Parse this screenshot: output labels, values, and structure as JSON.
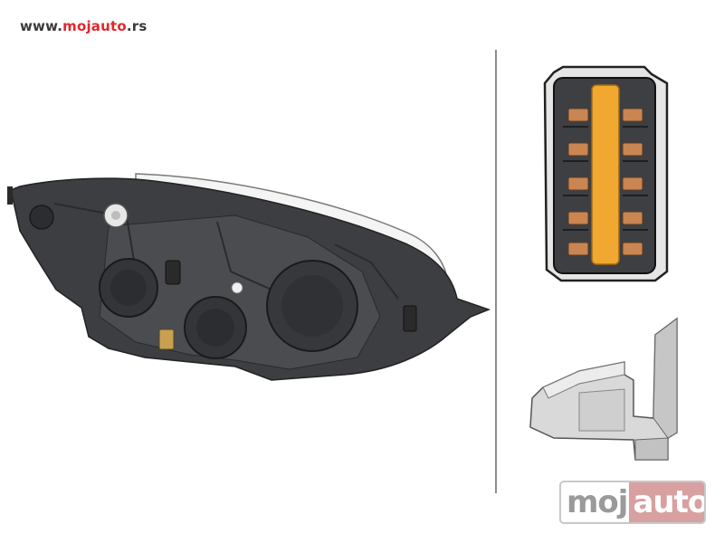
{
  "header": {
    "url_prefix": "www.",
    "url_brand": "mojauto",
    "url_suffix": ".rs"
  },
  "watermark": {
    "left_text": "moj",
    "right_text": "auto"
  },
  "colors": {
    "brand_red": "#e2262b",
    "housing_dark": "#3c3e42",
    "connector_orange": "#f0a830",
    "clip_gray": "#d9d9d9"
  },
  "icons": [
    "headlamp-rear-view",
    "electrical-connector",
    "mounting-clip"
  ]
}
